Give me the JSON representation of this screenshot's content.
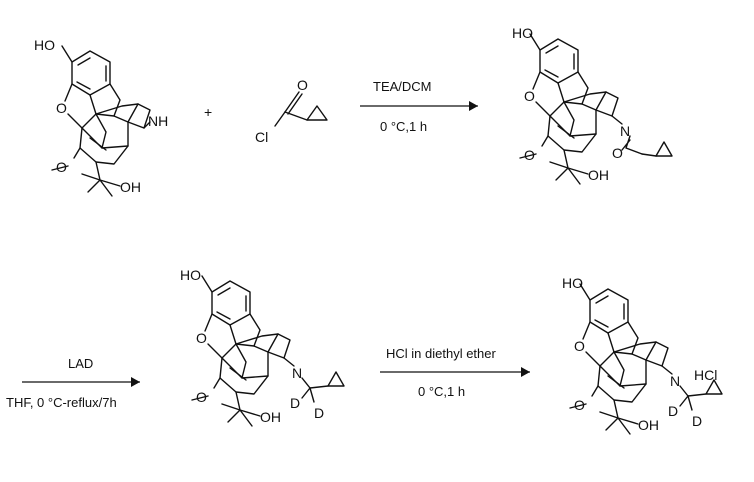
{
  "molecules": {
    "m1": {
      "oh_top": "HO",
      "o_ring": "O",
      "nh": "NH",
      "ome": "O",
      "oh_side": "OH"
    },
    "reagent": {
      "o": "O",
      "cl": "Cl"
    },
    "m2": {
      "oh_top": "HO",
      "o_ring": "O",
      "n": "N",
      "o_amide": "O",
      "ome": "O",
      "oh_side": "OH"
    },
    "m3": {
      "oh_top": "HO",
      "o_ring": "O",
      "n": "N",
      "d1": "D",
      "d2": "D",
      "ome": "O",
      "oh_side": "OH"
    },
    "m4": {
      "oh_top": "HO",
      "o_ring": "O",
      "n": "N",
      "hcl": "HCl",
      "d1": "D",
      "d2": "D",
      "ome": "O",
      "oh_side": "OH"
    }
  },
  "plus": "+",
  "steps": [
    {
      "above": "TEA/DCM",
      "below": "0 °C,1 h"
    },
    {
      "above": "LAD",
      "below": "THF, 0 °C-reflux/7h"
    },
    {
      "above": "HCl in diethyl ether",
      "below": "0 °C,1 h"
    }
  ]
}
